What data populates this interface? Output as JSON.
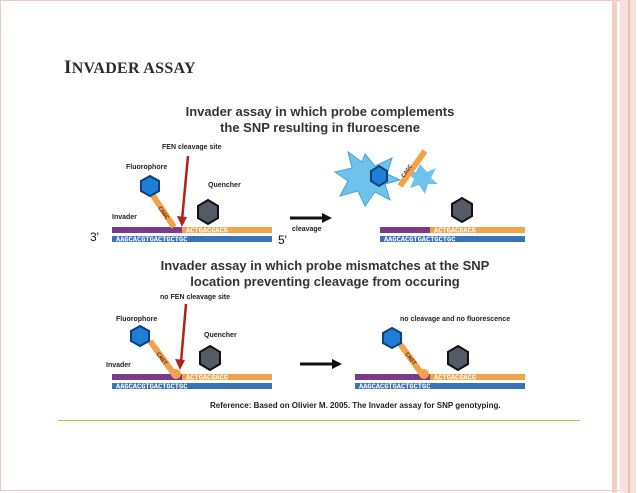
{
  "slide": {
    "title_cap": "I",
    "title_rest": "NVADER ASSAY"
  },
  "diagram": {
    "heading_top_line1": "Invader assay in which probe complements",
    "heading_top_line2": "the SNP resulting in fluroescene",
    "heading_bottom_line1": "Invader assay in which probe mismatches at the SNP",
    "heading_bottom_line2": "location preventing cleavage from occuring",
    "top_left": {
      "fen_label": "FEN cleavage site",
      "fluorophore_label": "Fluorophore",
      "quencher_label": "Quencher",
      "invader_label": "Invader",
      "probe_seq": "CAGC",
      "upper_strand": "ACTGACGACG",
      "lower_strand": "AAGCACGTGACTGCTGC",
      "end_3": "3'",
      "end_5": "5'"
    },
    "cleavage_label": "cleavage",
    "top_right": {
      "probe_seq": "CAGC",
      "upper_strand": "ACTGACGACG",
      "lower_strand": "AAGCACGTGACTGCTGC"
    },
    "bottom_left": {
      "fen_label": "no FEN cleavage site",
      "fluorophore_label": "Fluorophore",
      "quencher_label": "Quencher",
      "invader_label": "Invader",
      "probe_seq": "CAGT",
      "upper_strand": "ACTGACGACG",
      "lower_strand": "AAGCACGTGACTGCTGC"
    },
    "bottom_right": {
      "status_label": "no cleavage and no fluorescence",
      "probe_seq": "CAGT",
      "upper_strand": "ACTGACGACG",
      "lower_strand": "AAGCACGTGACTGCTGC"
    },
    "reference": "Reference: Based on Olivier M. 2005. The Invader assay for SNP genotyping."
  },
  "colors": {
    "fluorophore": "#1f7fd6",
    "quencher": "#555b66",
    "probe": "#f2a24a",
    "invader": "#7a3c8a",
    "target": "#3a72b8",
    "arrow_red": "#b3221a",
    "burst": "#6ec3ec"
  }
}
